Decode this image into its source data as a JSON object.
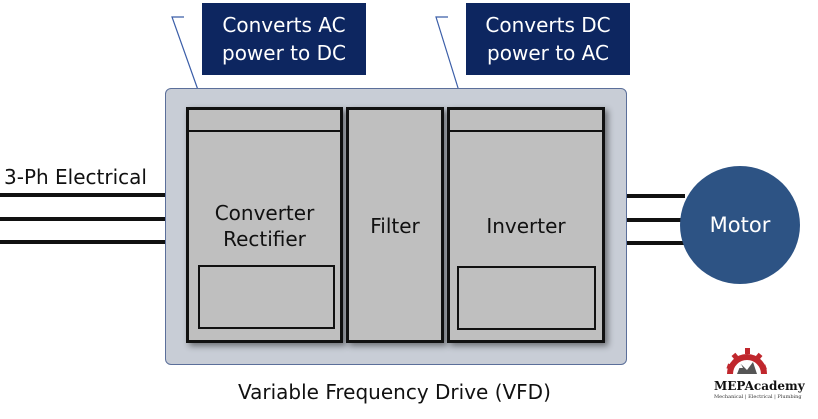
{
  "callouts": {
    "left": {
      "line1": "Converts AC",
      "line2": "power to DC"
    },
    "right": {
      "line1": "Converts DC",
      "line2": "power to AC"
    }
  },
  "input_label": "3-Ph Electrical",
  "modules": {
    "converter": {
      "line1": "Converter",
      "line2": "Rectifier"
    },
    "filter": "Filter",
    "inverter": "Inverter"
  },
  "motor_label": "Motor",
  "caption": "Variable Frequency Drive (VFD)",
  "logo": {
    "name": "MEPAcademy",
    "tagline": "Mechanical | Electrical | Plumbing"
  },
  "colors": {
    "callout_bg": "#0d2660",
    "vfd_box": "#c8cdd6",
    "module_fill": "#bfbfbf",
    "motor": "#2d5384",
    "logo_gear": "#c0272d"
  }
}
